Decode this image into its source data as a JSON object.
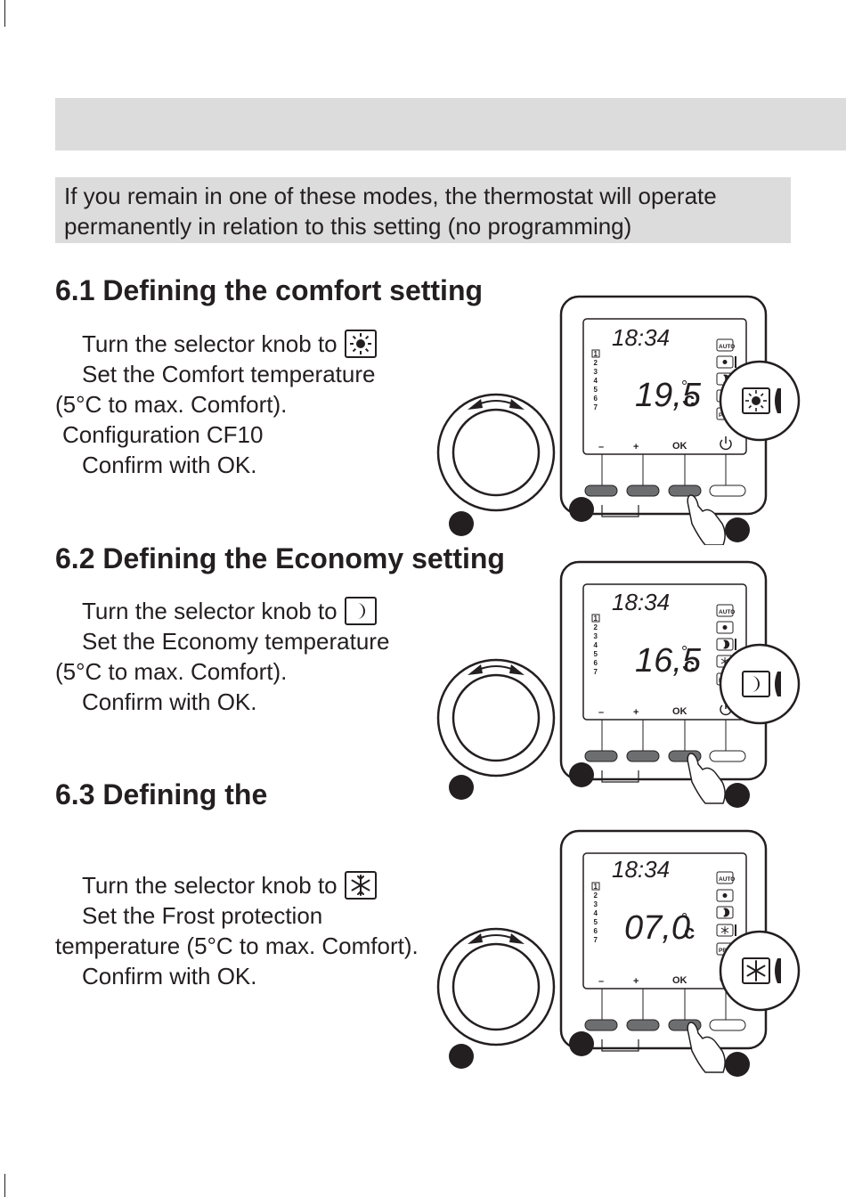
{
  "intro": {
    "line1": "If you remain in one of these modes, the thermostat will operate",
    "line2": "permanently in relation to this setting (no programming)"
  },
  "sections": [
    {
      "heading": "6.1 Defining the comfort setting",
      "lines": [
        "Turn the selector knob to",
        "Set the Comfort temperature",
        "(5°C to max. Comfort).",
        "Configuration CF10",
        "Confirm with OK."
      ],
      "mode_icon": "sun-icon",
      "display": {
        "time": "18:34",
        "temp": "19,5",
        "unit": "c",
        "degree": "°"
      }
    },
    {
      "heading": "6.2 Defining the Economy setting",
      "lines": [
        "Turn the selector knob to",
        "Set the Economy temperature",
        "(5°C to max. Comfort).",
        "Confirm with OK."
      ],
      "mode_icon": "moon-icon",
      "display": {
        "time": "18:34",
        "temp": "16,5",
        "unit": "c",
        "degree": "°"
      }
    },
    {
      "heading": "6.3 Defining the",
      "lines": [
        "Turn the selector knob to",
        "Set the Frost protection",
        "temperature (5°C to max. Comfort).",
        "Confirm with OK."
      ],
      "mode_icon": "snowflake-icon",
      "display": {
        "time": "18:34",
        "temp": "07,0",
        "unit": "c",
        "degree": "°"
      }
    }
  ],
  "thermostat": {
    "day_numbers": [
      "1",
      "2",
      "3",
      "4",
      "5",
      "6",
      "7"
    ],
    "mode_labels": {
      "auto": "AUTO",
      "prog": "PROG"
    },
    "button_labels": {
      "minus": "–",
      "plus": "+",
      "ok": "OK"
    }
  }
}
